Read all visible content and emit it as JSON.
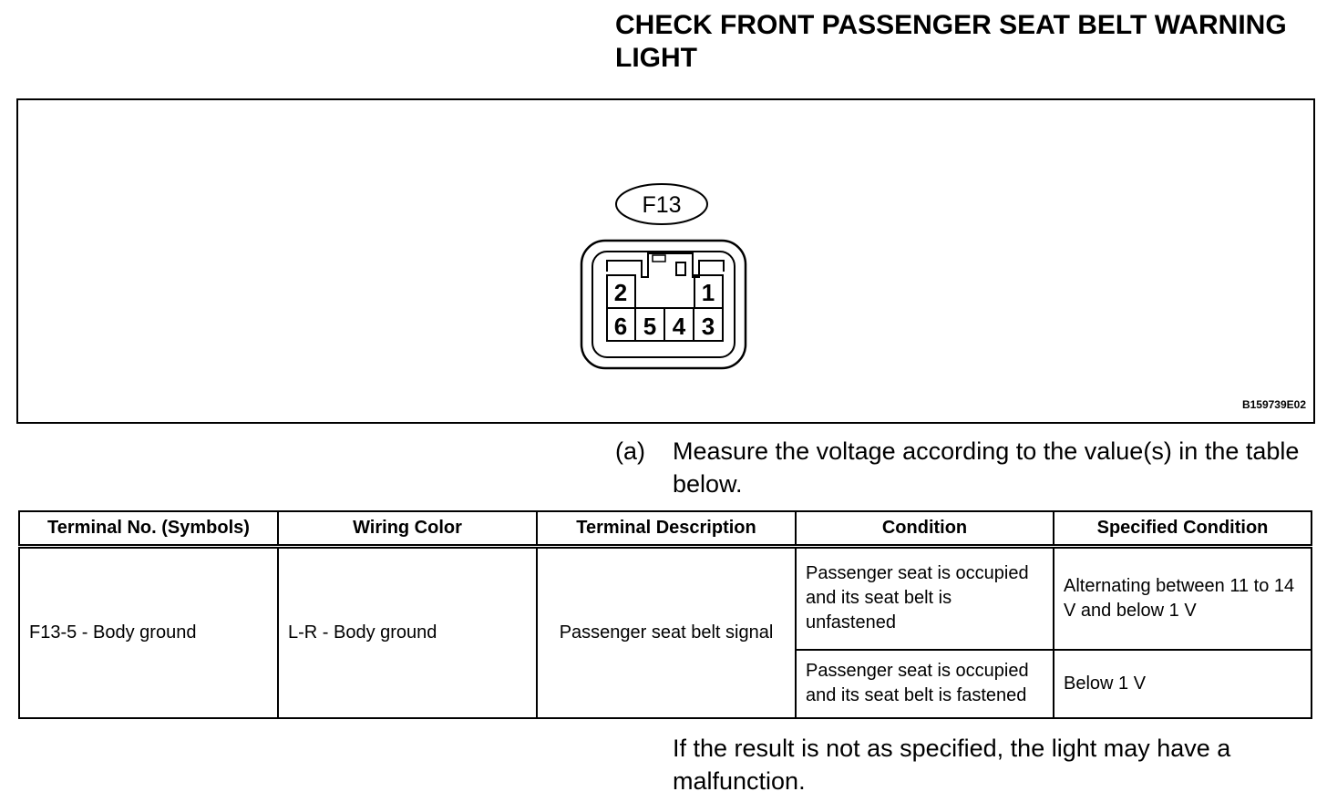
{
  "heading": "CHECK FRONT PASSENGER SEAT BELT WARNING LIGHT",
  "figure": {
    "connector_label": "F13",
    "pins": {
      "p1": "1",
      "p2": "2",
      "p3": "3",
      "p4": "4",
      "p5": "5",
      "p6": "6"
    },
    "figure_id": "B159739E02"
  },
  "step": {
    "marker": "(a)",
    "text": "Measure the voltage according to the value(s) in the table below."
  },
  "table": {
    "headers": [
      "Terminal No. (Symbols)",
      "Wiring Color",
      "Terminal Description",
      "Condition",
      "Specified Condition"
    ],
    "terminal": "F13-5 - Body ground",
    "wiring": "L-R - Body ground",
    "description": "Passenger seat belt signal",
    "rows": [
      {
        "condition": "Passenger seat is occupied and its seat belt is unfastened",
        "specified": "Alternating between 11 to 14 V and below 1 V"
      },
      {
        "condition": "Passenger seat is occupied and its seat belt is fastened",
        "specified": "Below 1 V"
      }
    ]
  },
  "result_note": "If the result is not as specified, the light may have a malfunction."
}
